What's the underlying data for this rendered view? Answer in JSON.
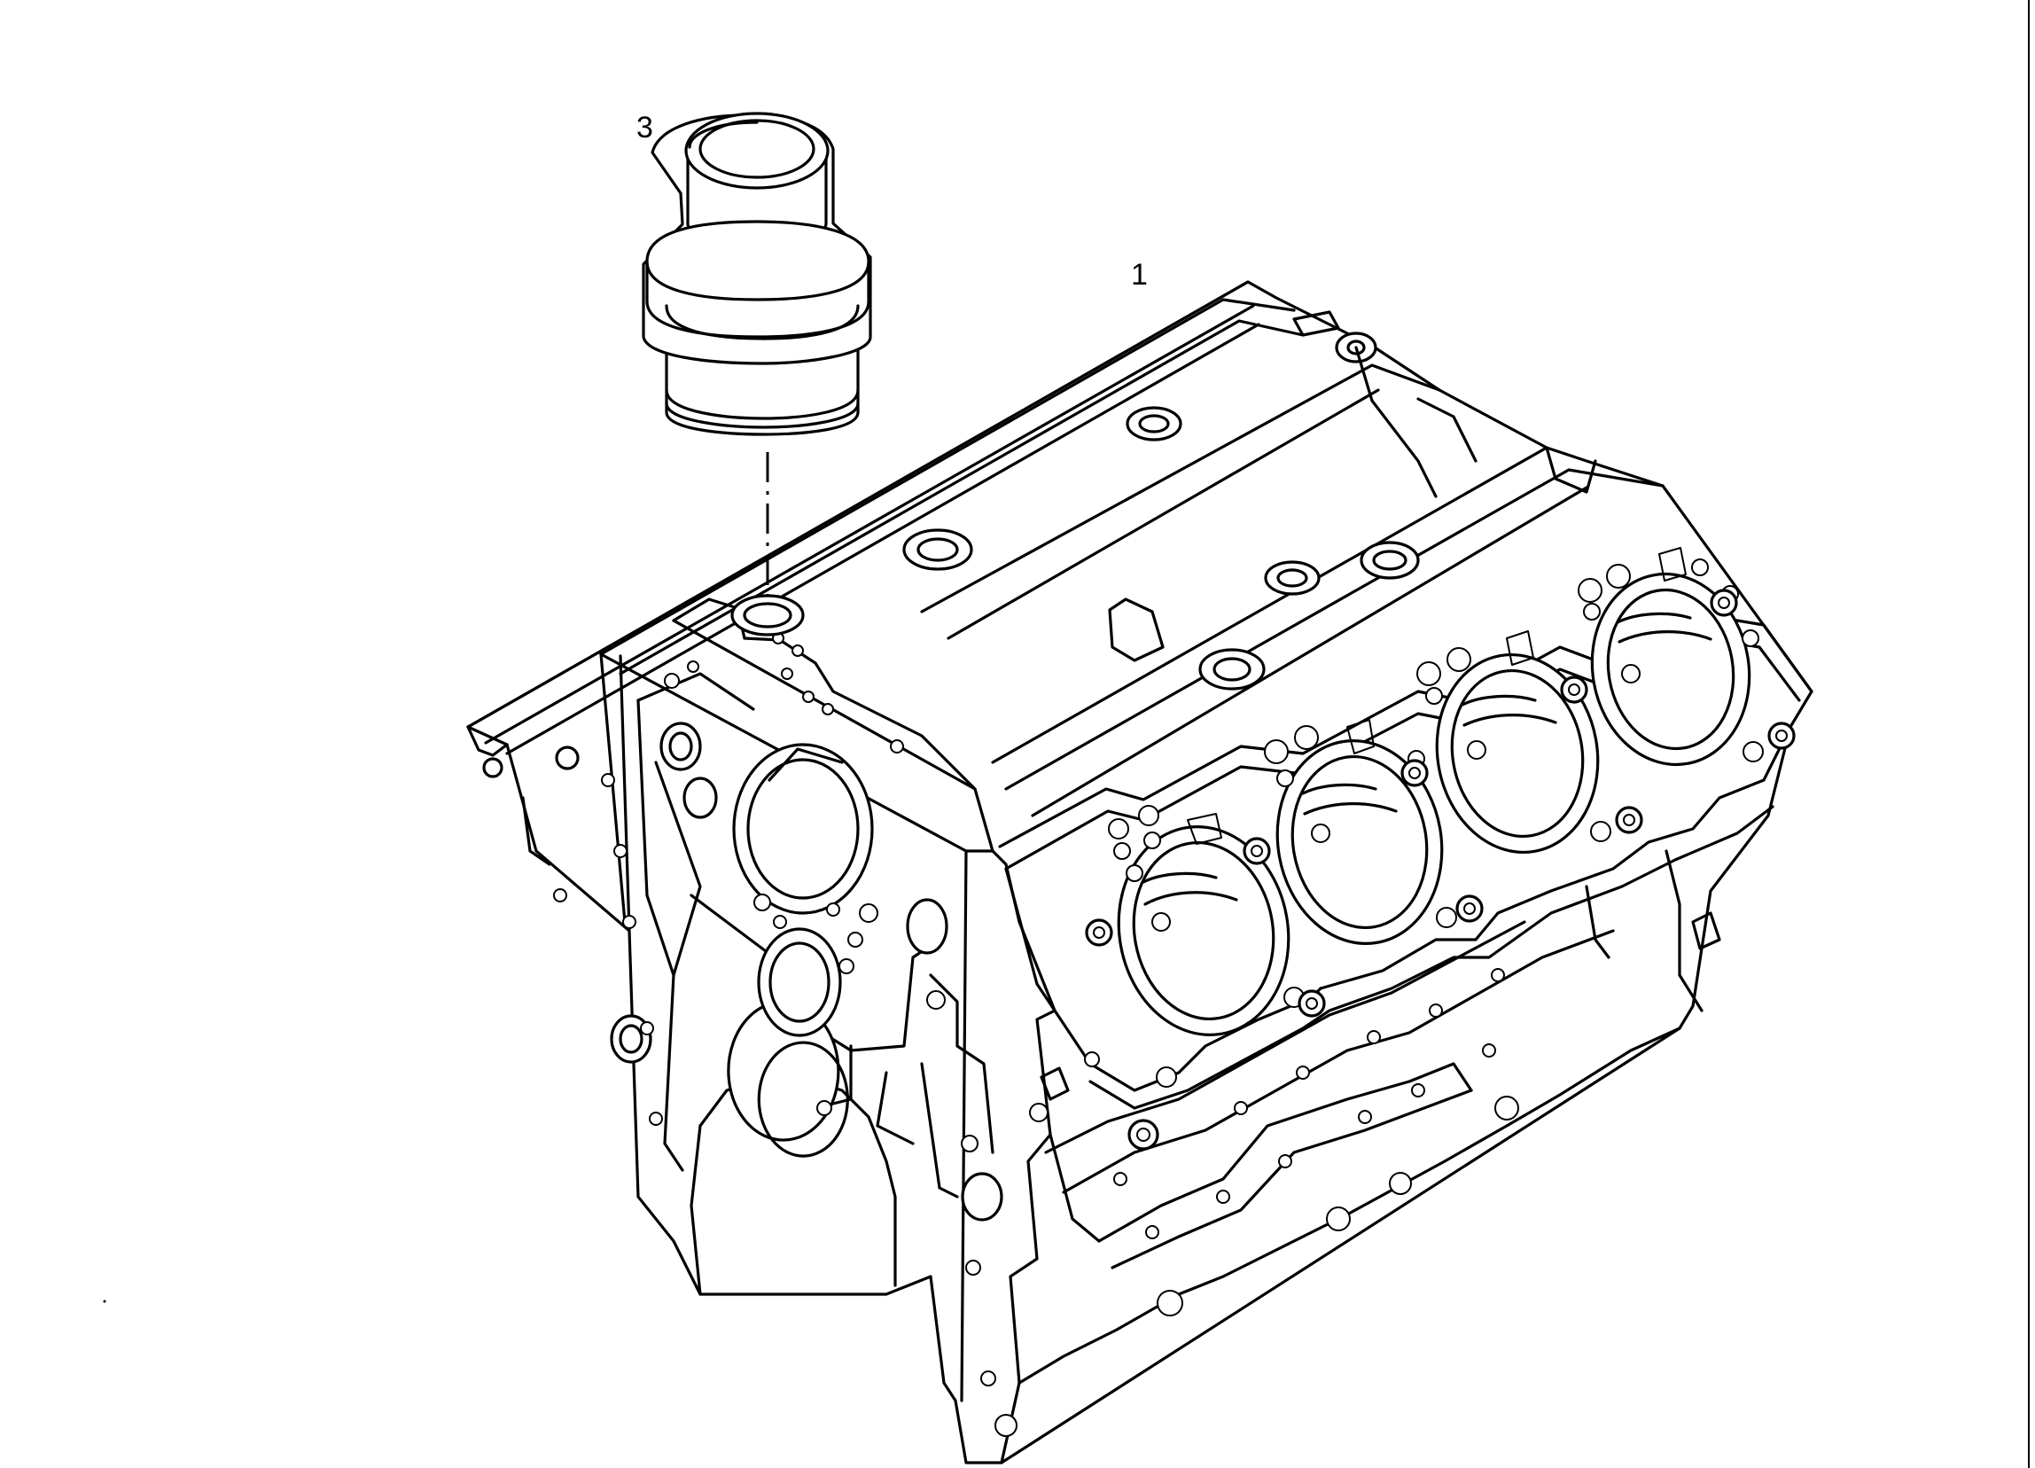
{
  "figure": {
    "callouts": [
      {
        "number": "3",
        "part": "cylinder-liner"
      },
      {
        "number": "1",
        "part": "engine-block"
      }
    ],
    "style": {
      "line_color": "#000000",
      "background": "#ffffff"
    }
  }
}
